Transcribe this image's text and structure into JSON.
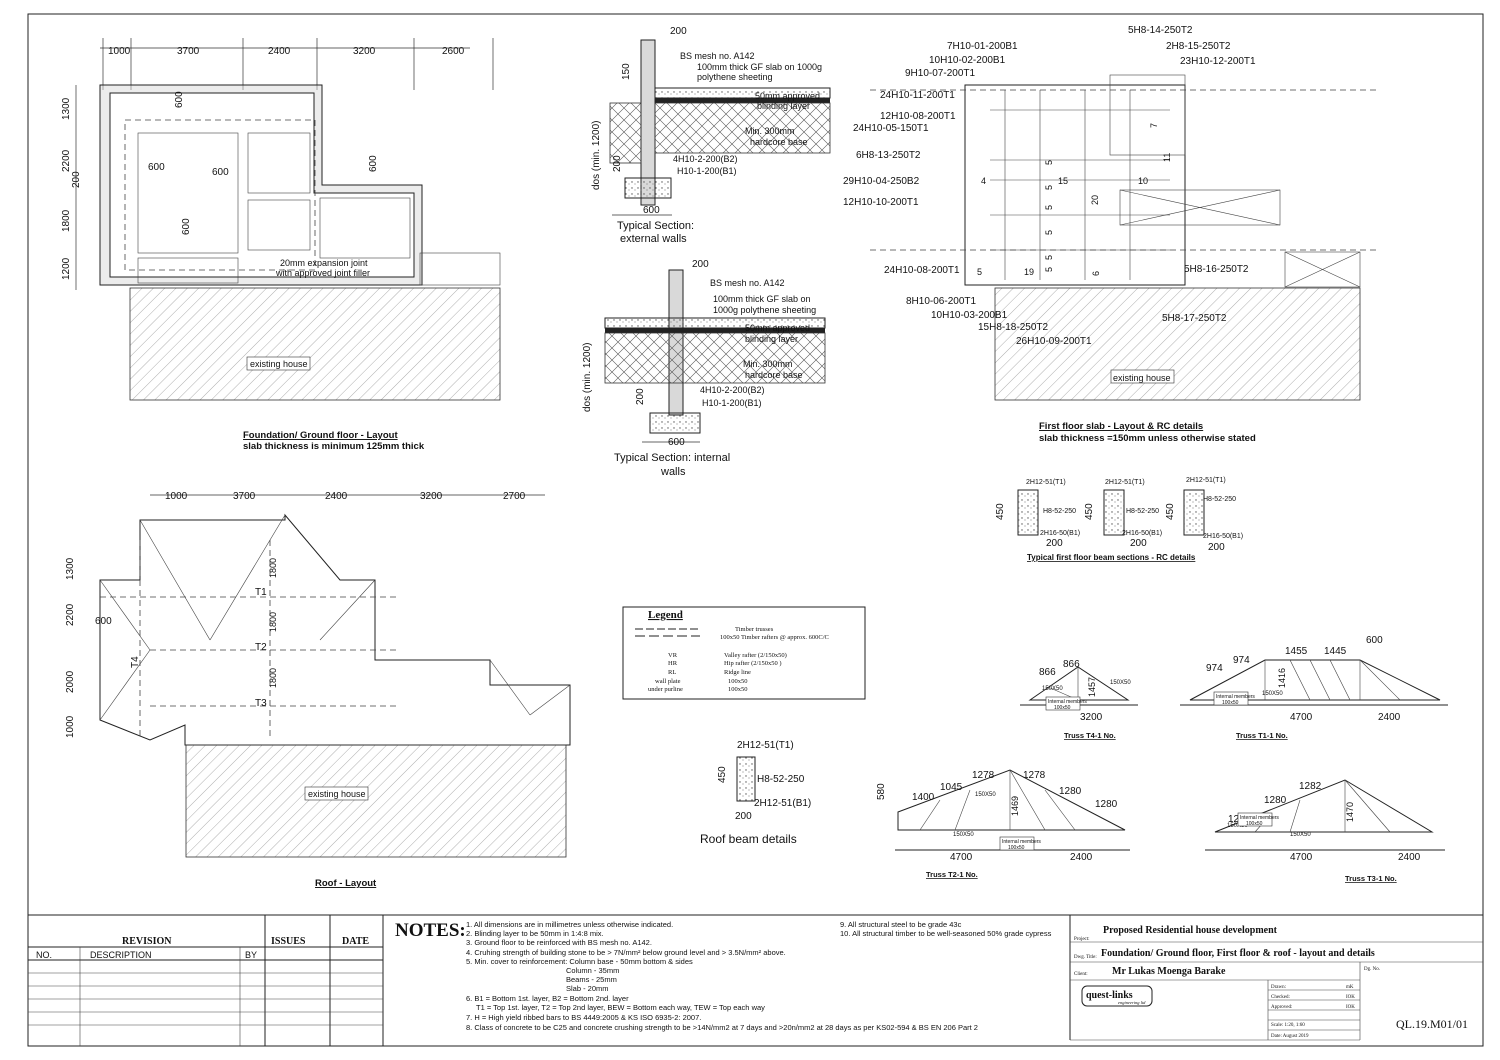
{
  "foundation": {
    "dims": [
      "1000",
      "3700",
      "2400",
      "3200",
      "2600"
    ],
    "vdims": [
      "1300",
      "2200",
      "200",
      "1800",
      "1200"
    ],
    "notes600": [
      "600",
      "600",
      "600",
      "600",
      "600"
    ],
    "joint": [
      "20mm expansion joint",
      "with approved joint filler"
    ],
    "existing": "existing house",
    "title": "Foundation/ Ground floor - Layout",
    "subtitle": "slab thickness is minimum 125mm thick"
  },
  "sections": {
    "external": {
      "top": "200",
      "side": "150",
      "base_h": "200",
      "width": "600",
      "dos": "dos (min. 1200)",
      "mesh": "BS mesh no. A142",
      "slab": [
        "100mm thick GF slab on 1000g",
        "polythene sheeting"
      ],
      "blinding": [
        "50mm approved",
        "blinding layer"
      ],
      "hardcore": [
        "Min. 300mm",
        "hardcore base"
      ],
      "bars": [
        "4H10-2-200(B2)",
        "H10-1-200(B1)"
      ],
      "title": [
        "Typical Section:",
        "external walls"
      ]
    },
    "internal": {
      "top": "200",
      "base_h": "200",
      "width": "600",
      "dos": "dos (min. 1200)",
      "mesh": "BS mesh no. A142",
      "slab": [
        "100mm thick GF slab on",
        "1000g polythene sheeting"
      ],
      "blinding": [
        "50mm approved",
        "blinding layer"
      ],
      "hardcore": [
        "Min. 300mm",
        "hardcore base"
      ],
      "bars": [
        "4H10-2-200(B2)",
        "H10-1-200(B1)"
      ],
      "title": [
        "Typical Section: internal",
        "walls"
      ]
    }
  },
  "first_floor": {
    "bars_left": [
      "7H10-01-200B1",
      "10H10-02-200B1",
      "9H10-07-200T1",
      "24H10-11-200T1",
      "12H10-08-200T1",
      "24H10-05-150T1",
      "6H8-13-250T2",
      "29H10-04-250B2",
      "12H10-10-200T1",
      "24H10-08-200T1",
      "8H10-06-200T1",
      "10H10-03-200B1",
      "15H8-18-250T2",
      "26H10-09-200T1"
    ],
    "bars_right": [
      "5H8-14-250T2",
      "2H8-15-250T2",
      "23H10-12-200T1",
      "5H8-16-250T2",
      "5H8-17-250T2"
    ],
    "inner": [
      "4",
      "15",
      "10",
      "20",
      "5",
      "5",
      "5",
      "19",
      "6",
      "5",
      "11",
      "7",
      "5",
      "5",
      "5"
    ],
    "existing": "existing house",
    "title": "First floor slab - Layout & RC details",
    "subtitle": "slab thickness =150mm unless otherwise stated"
  },
  "beams": {
    "labels": [
      "2H12-51(T1)",
      "H8-52-250",
      "2H16-50(B1)",
      "2H12-51(T1)",
      "H8-52-250",
      "2H16-50(B1)",
      "2H12-51(T1)",
      "H8-52-250",
      "2H16-50(B1)"
    ],
    "h": "450",
    "w": "200",
    "title": "Typical  first floor beam sections - RC details"
  },
  "roof": {
    "dims": [
      "1000",
      "3700",
      "2400",
      "3200",
      "2700"
    ],
    "vdims": [
      "1300",
      "2200",
      "2000",
      "1000"
    ],
    "inner": [
      "1800",
      "1800",
      "1800",
      "600"
    ],
    "trusses": [
      "T1",
      "T2",
      "T3",
      "T4"
    ],
    "existing": "existing house",
    "title": "Roof - Layout"
  },
  "legend": {
    "title": "Legend",
    "rows": [
      [
        "Timber    trusses"
      ],
      [
        "100x50 Timber rafters @ approx. 600C/C"
      ],
      [
        "VR",
        "Valley rafter (2/150x50)"
      ],
      [
        "HR",
        "Hip rafter (2/150x50 )"
      ],
      [
        "RL",
        "Ridge line"
      ],
      [
        "wall plate",
        "100x50"
      ],
      [
        "under purline",
        "100x50"
      ]
    ]
  },
  "roof_beam": {
    "top": "2H12-51(T1)",
    "mid": "H8-52-250",
    "bot": "2H12-51(B1)",
    "h": "450",
    "w": "200",
    "title": "Roof beam details"
  },
  "truss_t4": {
    "dims": [
      "866",
      "866",
      "150X50",
      "150X50",
      "1457"
    ],
    "member": [
      "Internal members",
      "100x50"
    ],
    "span": "3200",
    "title": "Truss T4-1 No."
  },
  "truss_t1": {
    "dims": [
      "974",
      "974",
      "1455",
      "1445",
      "600",
      "1416",
      "150X50"
    ],
    "member": [
      "Internal members",
      "100x50"
    ],
    "span": [
      "4700",
      "2400"
    ],
    "title": "Truss T1-1 No."
  },
  "truss_t2": {
    "dims": [
      "1400",
      "1045",
      "1278",
      "1278",
      "1280",
      "1280",
      "580",
      "1469",
      "150X50",
      "150X50"
    ],
    "member": [
      "Internal members",
      "100x50"
    ],
    "span": [
      "4700",
      "2400"
    ],
    "title": "Truss T2-1 No."
  },
  "truss_t3": {
    "dims": [
      "1280",
      "1280",
      "1282",
      "1470",
      "150X50",
      "150X50"
    ],
    "member": [
      "Internal members",
      "100x50"
    ],
    "span": [
      "4700",
      "2400"
    ],
    "title": "Truss T3-1 No."
  },
  "titleblock": {
    "revision": "REVISION",
    "issues": "ISSUES",
    "date": "DATE",
    "cols": [
      "NO.",
      "DESCRIPTION",
      "BY"
    ],
    "notes_head": "NOTES:",
    "notes": [
      "1. All dimensions are in millimetres unless otherwise indicated.",
      "2. Blinding layer to be 50mm in 1:4:8 mix.",
      "3. Ground floor to be reinforced with BS mesh no. A142.",
      "4. Cruhing strength of building stone to be > 7N/mm² below ground level and > 3.5N/mm² above.",
      "5. Min. cover to reinforcement: Column base -  50mm bottom & sides",
      "Column       - 35mm",
      "Beams        - 25mm",
      "Slab          - 20mm",
      "6. B1 = Bottom 1st. layer, B2 = Bottom 2nd. layer",
      "T1 = Top 1st. layer, T2 = Top 2nd layer, BEW = Bottom each way, TEW = Top each way",
      "7. H = High yield ribbed bars to BS 4449:2005 & KS ISO 6935-2: 2007.",
      "8. Class of concrete to be C25 and concrete crushing strength to be >14N/mm2 at 7 days and >20n/mm2 at 28 days as per KS02-594 & BS EN 206 Part 2"
    ],
    "notes_right": [
      "9.  All structural steel to be grade 43c",
      "10. All structural timber to be well-seasoned 50% grade cypress"
    ],
    "project_lbl": "Project:",
    "project": "Proposed Residential house development",
    "dwg_lbl": "Dwg. Title:",
    "dwg": "Foundation/ Ground floor, First floor & roof  -  layout and details",
    "client_lbl": "Client:",
    "client": "Mr Lukas Moenga Barake",
    "logo": "quest-links",
    "logo_sub": "engineering ltd",
    "drawn": "Drawn:",
    "drawn_v": "mK",
    "checked": "Checked:",
    "checked_v": "IOK",
    "approved": "Approved:",
    "approved_v": "IOK",
    "scale": "Scale: 1:20, 1:60",
    "dateval": "Date: August 2019",
    "dwgno_lbl": "Dg. No.",
    "dwgno": "QL.19.M01/01"
  }
}
